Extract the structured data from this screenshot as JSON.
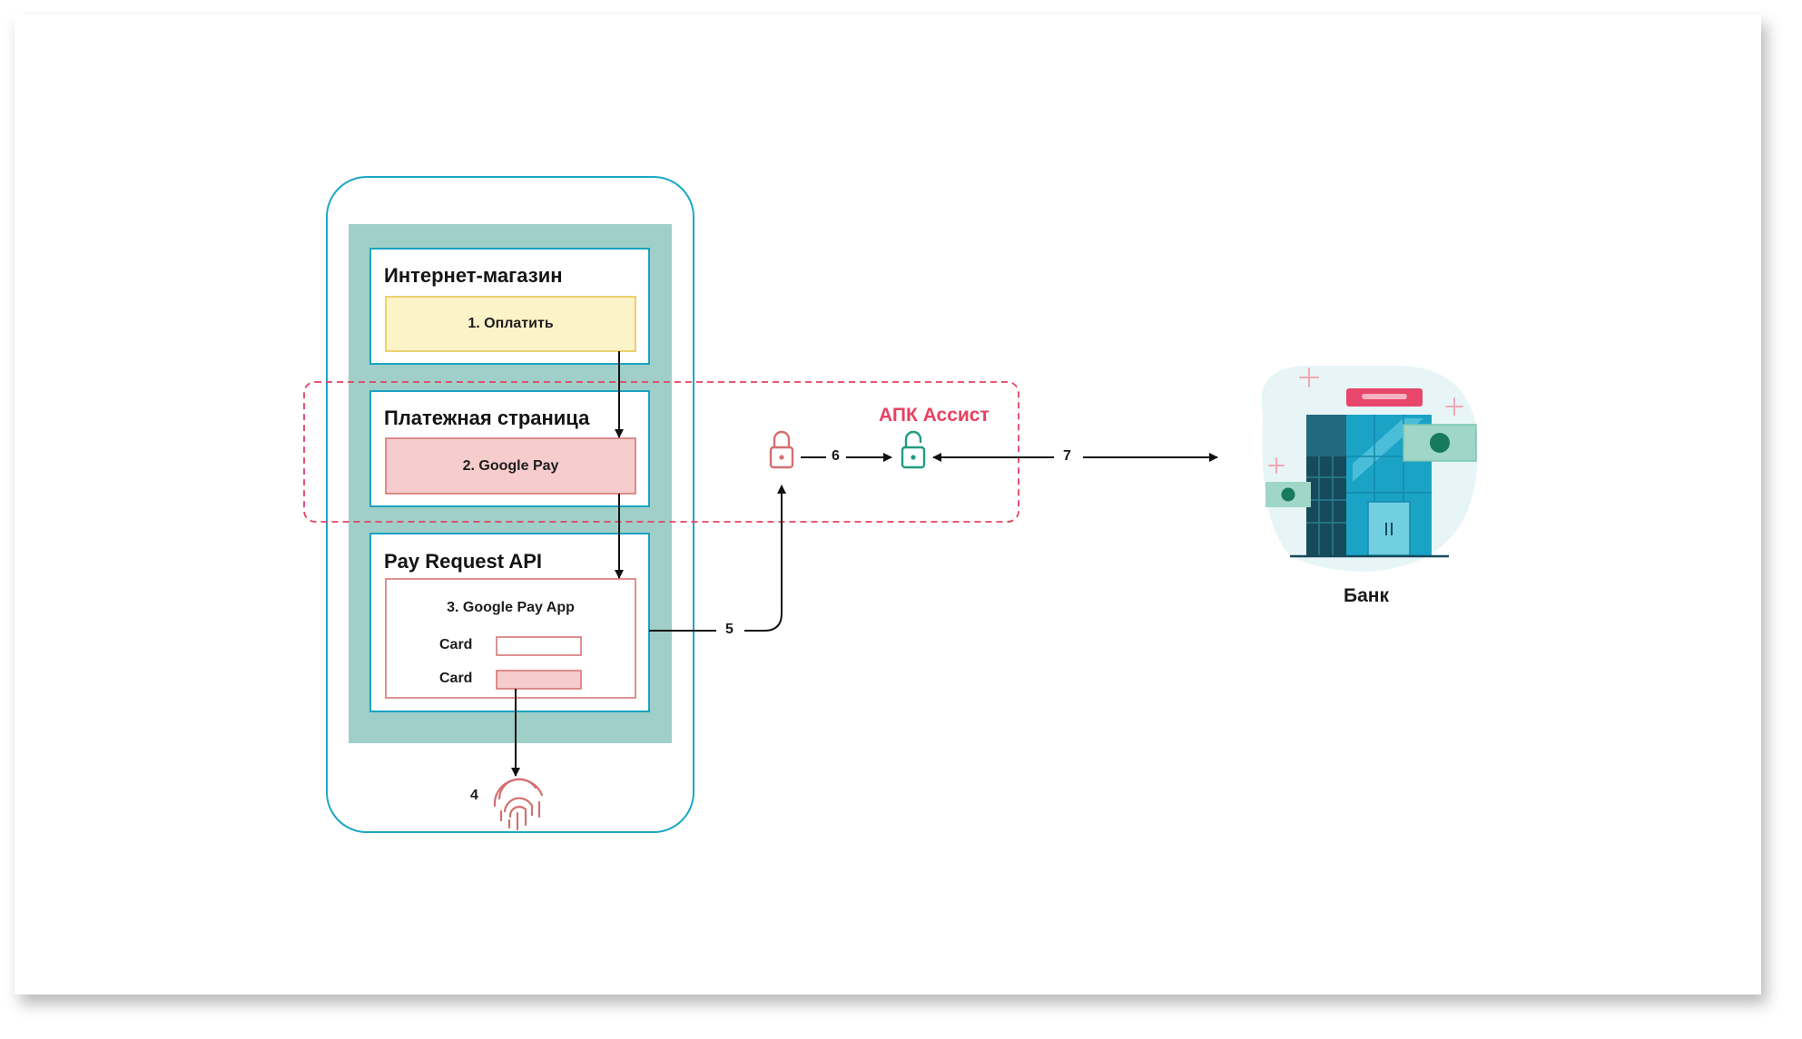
{
  "zones": {
    "assist_label": "АПК Ассист"
  },
  "phone": {
    "store": {
      "title": "Интернет-магазин",
      "button": "1. Оплатить"
    },
    "payment_page": {
      "title": "Платежная страница",
      "button": "2. Google Pay"
    },
    "pay_request": {
      "title": "Pay Request API",
      "app_title": "3. Google Pay App",
      "card_label_1": "Card",
      "card_label_2": "Card"
    },
    "fingerprint_step": "4"
  },
  "steps": {
    "s5": "5",
    "s6": "6",
    "s7": "7"
  },
  "bank": {
    "label": "Банк"
  },
  "colors": {
    "phone_outline": "#1ba8c4",
    "phone_screen": "#9fcfc8",
    "panel_border": "#1aa3c0",
    "yellow_button": "#fdf3c8",
    "pink_button": "#f6cccc",
    "pink_border": "#d46f6f",
    "assist_dash": "#e84163",
    "lock_open": "#1f9c80",
    "lock_closed": "#d46f6f"
  },
  "icons": {
    "lock_closed": "lock-closed-icon",
    "lock_open": "lock-open-icon",
    "fingerprint": "fingerprint-icon",
    "bank": "bank-building-icon"
  }
}
